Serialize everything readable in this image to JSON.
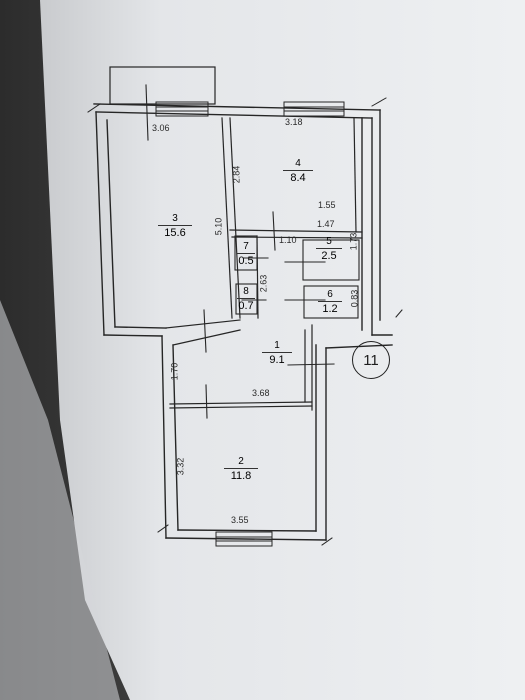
{
  "apartment_number": "11",
  "rooms": [
    {
      "id": "1",
      "number": "1",
      "area": "9.1"
    },
    {
      "id": "2",
      "number": "2",
      "area": "11.8"
    },
    {
      "id": "3",
      "number": "3",
      "area": "15.6"
    },
    {
      "id": "4",
      "number": "4",
      "area": "8.4"
    },
    {
      "id": "5",
      "number": "5",
      "area": "2.5"
    },
    {
      "id": "6",
      "number": "6",
      "area": "1.2"
    },
    {
      "id": "7",
      "number": "7",
      "area": "0.5"
    },
    {
      "id": "8",
      "number": "8",
      "area": "0.7"
    }
  ],
  "dimensions": {
    "room3_width": "3.06",
    "room3_length": "5.10",
    "room4_width": "3.18",
    "room4_length": "2.84",
    "room5_width": "1.47",
    "room5_length": "1.73",
    "room6_length": "0.83",
    "corridor_width": "1.55",
    "hall_small": "1.10",
    "room8_length": "2.63",
    "hall_length": "1.70",
    "hall_width": "3.68",
    "room2_length": "3.32",
    "room2_width": "3.55"
  },
  "colors": {
    "paper": "#e9ebee",
    "ink": "#2a2a2a",
    "background": "#3a3a3a"
  }
}
